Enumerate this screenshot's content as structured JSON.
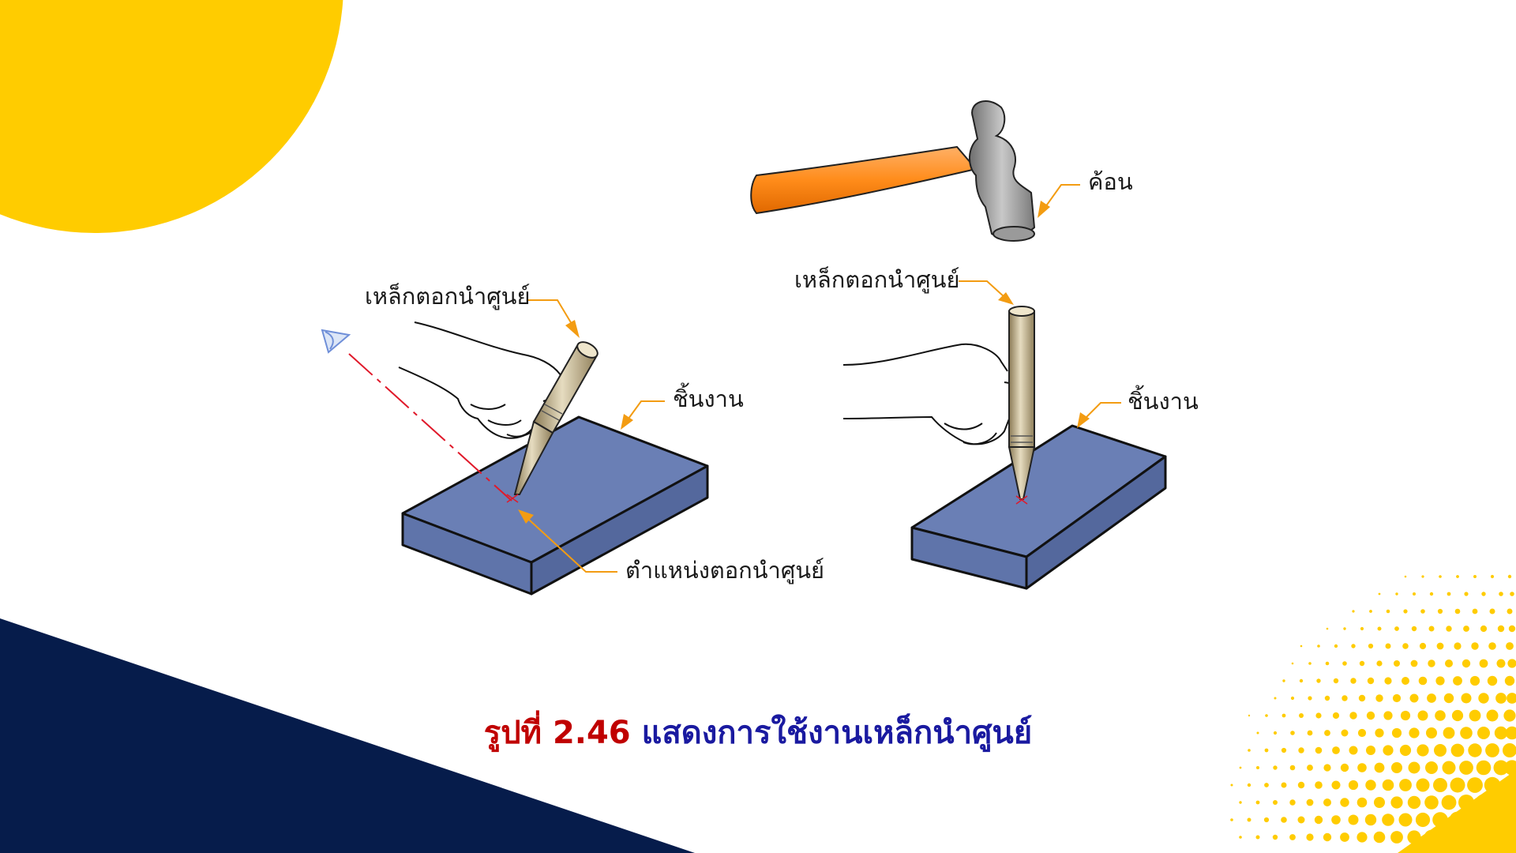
{
  "caption": {
    "figure_number": "รูปที่ 2.46",
    "description": "แสดงการใช้งานเหล็กนำศูนย์"
  },
  "left_figure": {
    "center_punch_label": "เหล็กตอกนำศูนย์",
    "workpiece_label": "ชิ้นงาน",
    "punch_mark_label": "ตำแหน่งตอกนำศูนย์"
  },
  "right_figure": {
    "hammer_label": "ค้อน",
    "center_punch_label": "เหล็กตอกนำศูนย์",
    "workpiece_label": "ชิ้นงาน"
  },
  "colors": {
    "accent_yellow": "#ffcc00",
    "navy": "#061c4b",
    "workpiece_blue": "#6a7fb5",
    "leader_orange": "#f39c12",
    "sightline_red": "#e0192a",
    "caption_red": "#c00000",
    "caption_blue": "#1a1aa0"
  }
}
